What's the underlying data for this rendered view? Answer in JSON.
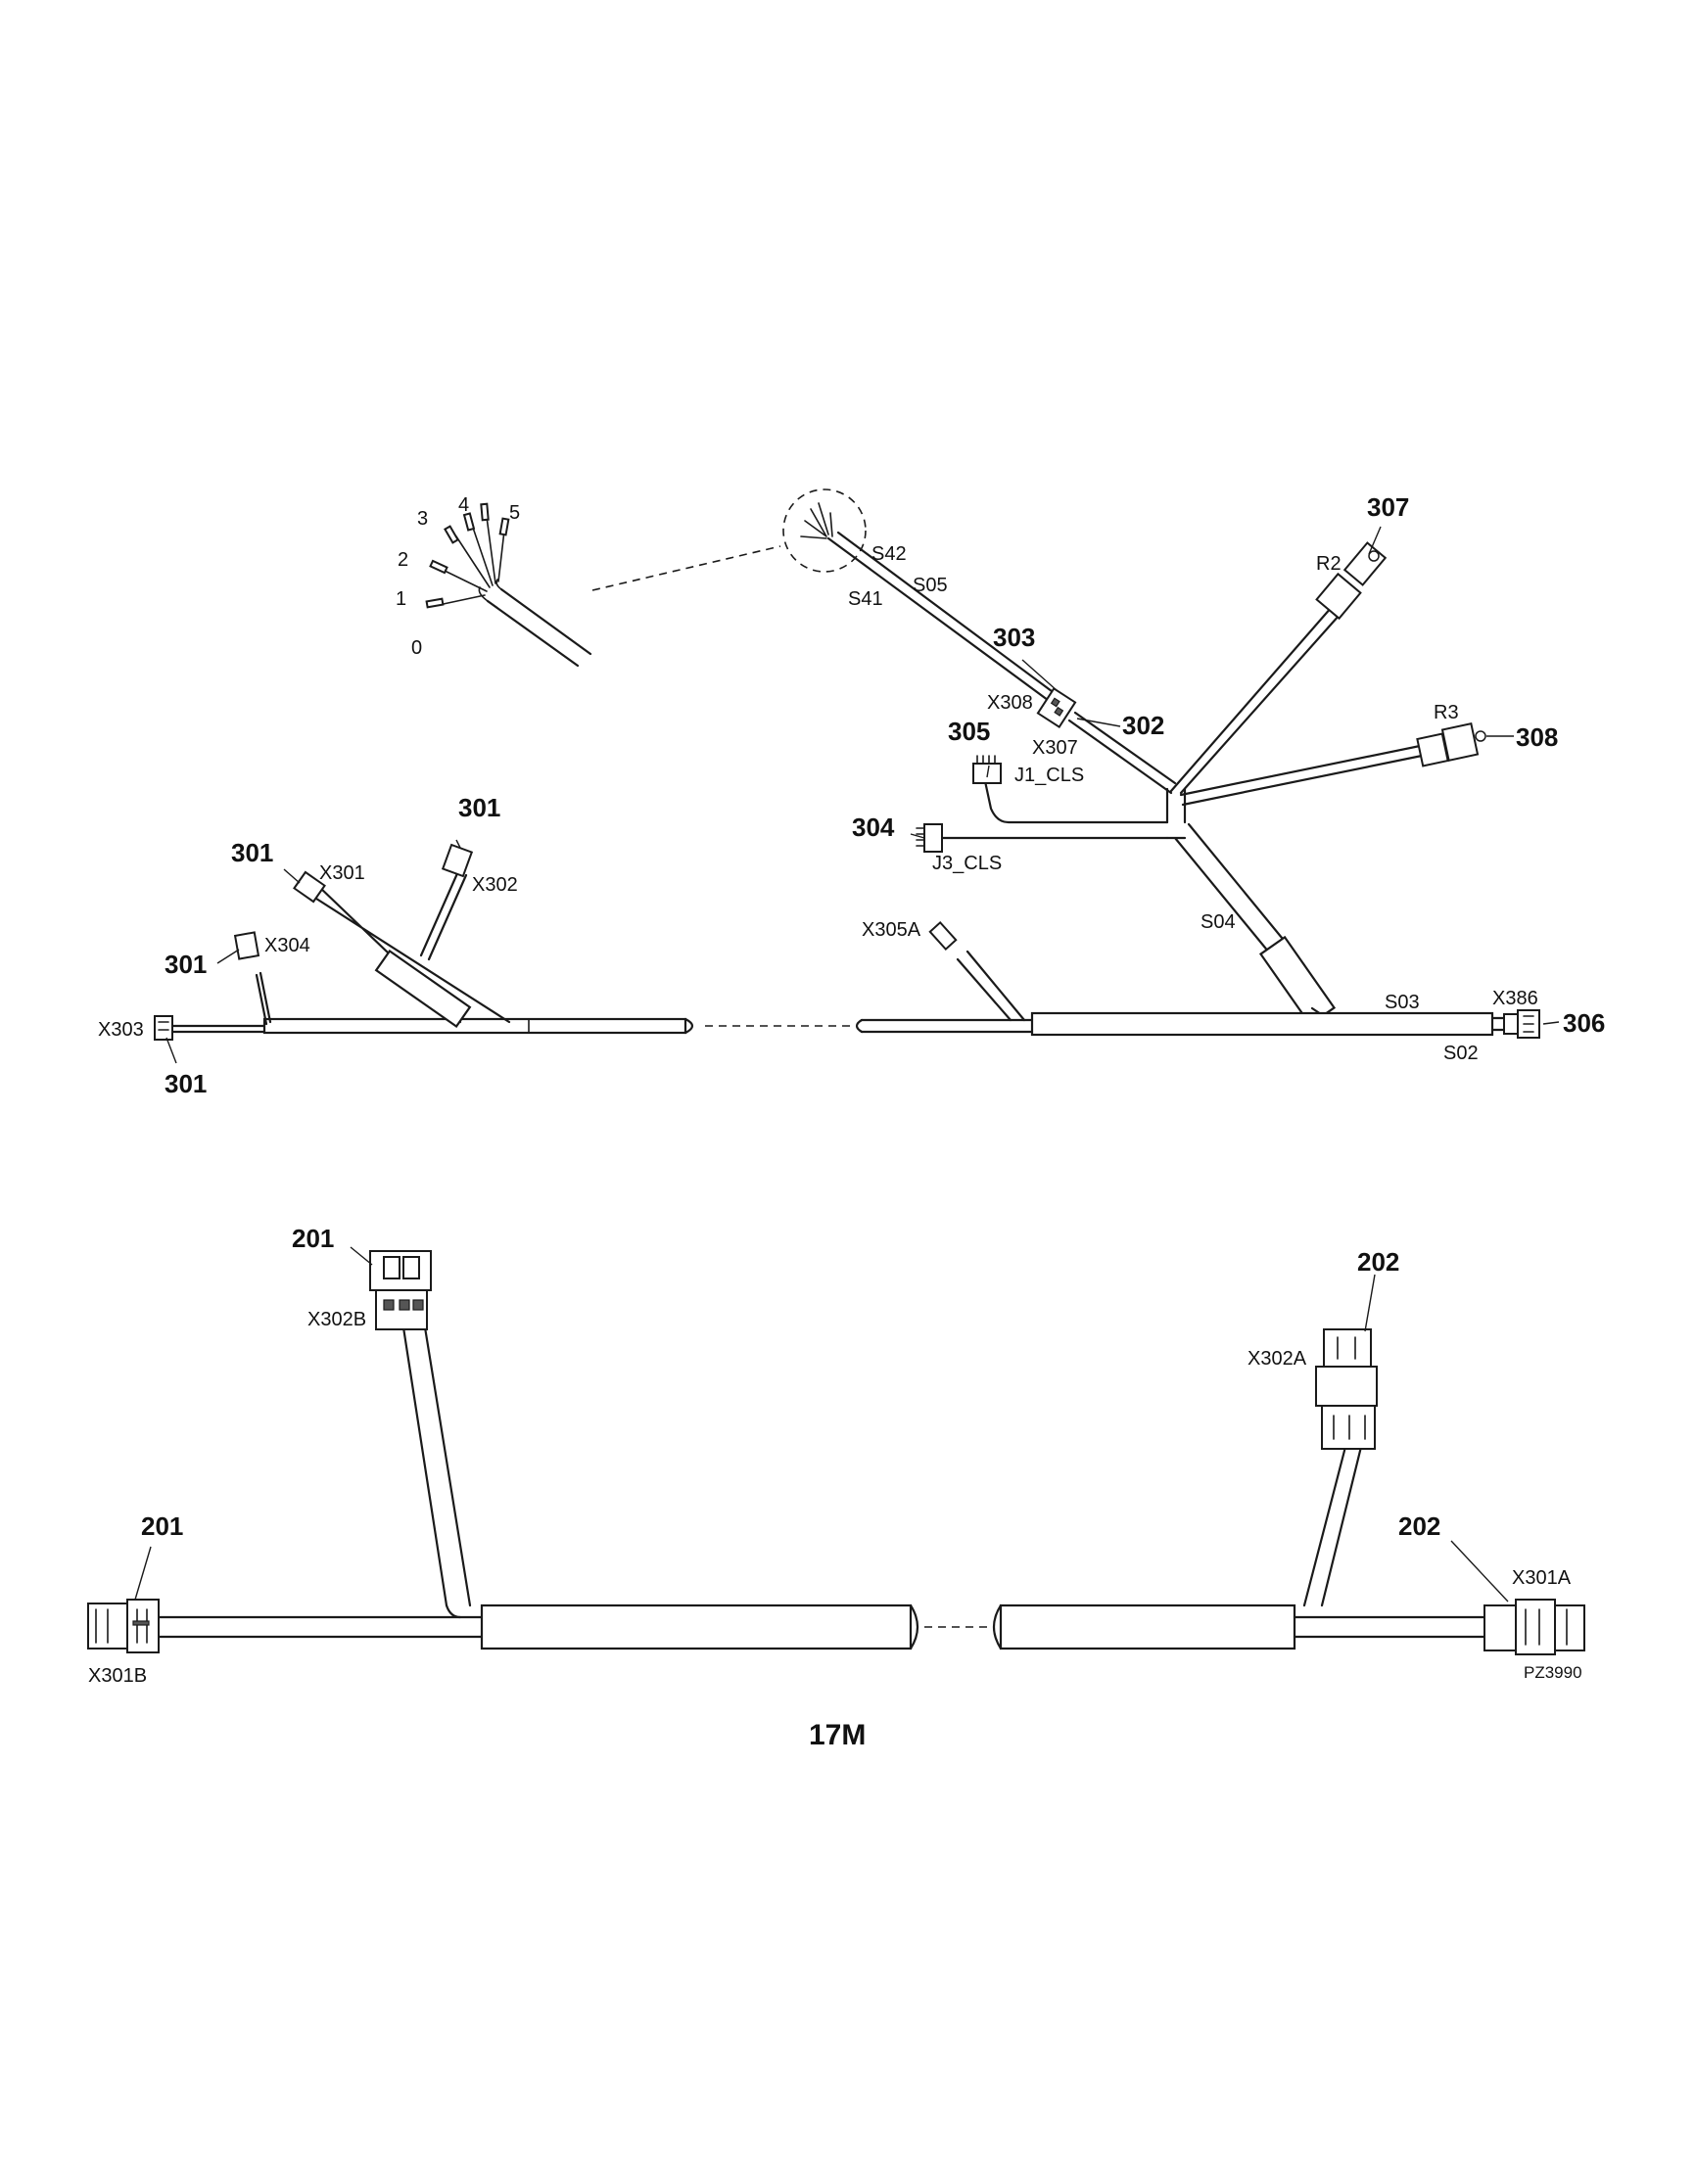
{
  "top_harness": {
    "pin_labels": [
      "3",
      "4",
      "5",
      "2",
      "1",
      "0"
    ],
    "callouts": {
      "c307": "307",
      "c303": "303",
      "c302": "302",
      "c305": "305",
      "c308": "308",
      "c304": "304",
      "c301_a": "301",
      "c301_b": "301",
      "c301_c": "301",
      "c301_d": "301",
      "c306": "306"
    },
    "labels": {
      "S42": "S42",
      "S05": "S05",
      "S41": "S41",
      "R2": "R2",
      "X308": "X308",
      "X307": "X307",
      "J1_CLS": "J1_CLS",
      "R3": "R3",
      "J3_CLS": "J3_CLS",
      "X301": "X301",
      "X302": "X302",
      "X304": "X304",
      "X305A": "X305A",
      "S04": "S04",
      "X303": "X303",
      "S03": "S03",
      "X386": "X386",
      "S02": "S02"
    }
  },
  "bottom_harness": {
    "callouts": {
      "c201_top": "201",
      "c202_top": "202",
      "c201_left": "201",
      "c202_right": "202"
    },
    "labels": {
      "X302B": "X302B",
      "X302A": "X302A",
      "X301A": "X301A",
      "X301B": "X301B",
      "PZ": "PZ3990"
    }
  },
  "title": "17M"
}
